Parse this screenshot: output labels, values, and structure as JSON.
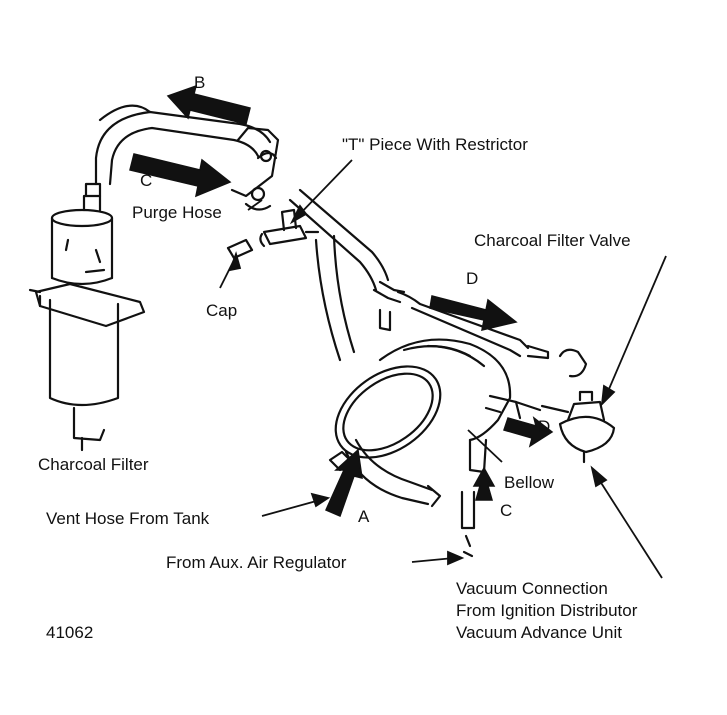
{
  "labels": {
    "t_piece": "\"T\" Piece With Restrictor",
    "purge_hose": "Purge Hose",
    "cap": "Cap",
    "charcoal_filter_valve": "Charcoal Filter Valve",
    "charcoal_filter": "Charcoal Filter",
    "vent_hose": "Vent Hose From Tank",
    "aux_air": "From Aux. Air Regulator",
    "bellow": "Bellow",
    "vacuum_line1": "Vacuum Connection",
    "vacuum_line2": "From Ignition Distributor",
    "vacuum_line3": "Vacuum Advance Unit",
    "figure_number": "41062"
  },
  "flow_letters": {
    "a": "A",
    "b": "B",
    "c_top": "C",
    "c_bottom": "C",
    "d_top": "D",
    "d_right": "D"
  },
  "colors": {
    "ink": "#111111",
    "paper": "#ffffff"
  }
}
